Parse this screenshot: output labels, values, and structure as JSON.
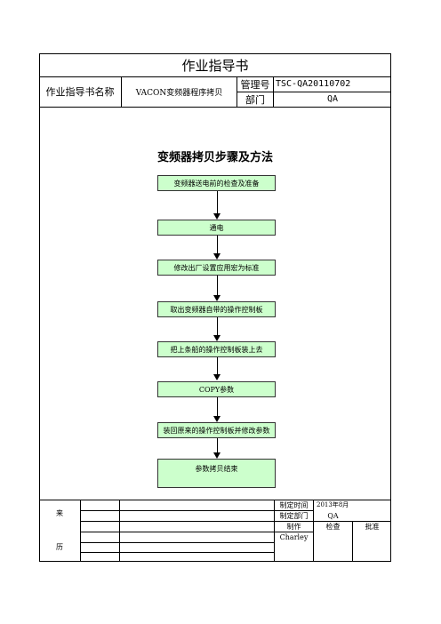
{
  "doc_title": "作业指导书",
  "header": {
    "name_label": "作业指导书名称",
    "name_value": "VACON变频器程序拷贝",
    "mgmt_label": "管理号",
    "mgmt_value": "TSC-QA20110702",
    "dept_label": "部门",
    "dept_value": "QA"
  },
  "flow": {
    "title": "变频器拷贝步骤及方法",
    "steps": [
      "变频器送电前的检查及准备",
      "通电",
      "修改出厂设置应用宏为标准",
      "取出变频器自带的操作控制板",
      "把上条船的操作控制板装上去",
      "COPY参数",
      "装回原来的操作控制板并修改参数",
      "参数拷贝结束"
    ]
  },
  "footer": {
    "history_label_1": "来",
    "history_label_2": "历",
    "made_time_label": "制定时间",
    "made_time_value": "2013年8月",
    "made_dept_label": "制定部门",
    "made_dept_value": "QA",
    "make_label": "制作",
    "check_label": "检查",
    "approve_label": "批准",
    "maker_name": "Charley"
  }
}
